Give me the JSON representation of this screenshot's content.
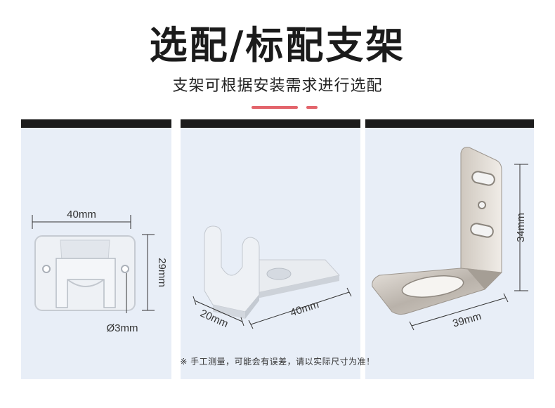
{
  "header": {
    "title": "选配/标配支架",
    "subtitle": "支架可根据安装需求进行选配"
  },
  "panels": [
    {
      "width_label": "40mm",
      "height_label": "29mm",
      "hole_label": "Ø3mm"
    },
    {
      "depth_label": "20mm",
      "length_label": "40mm"
    },
    {
      "height_label": "34mm",
      "length_label": "39mm"
    }
  ],
  "footer": {
    "note": "※ 手工测量，可能会有误差，请以实际尺寸为准！"
  },
  "colors": {
    "accent": "#e3646b",
    "panel_bg": "#e8eef7",
    "panel_bar": "#1c1c1c"
  }
}
